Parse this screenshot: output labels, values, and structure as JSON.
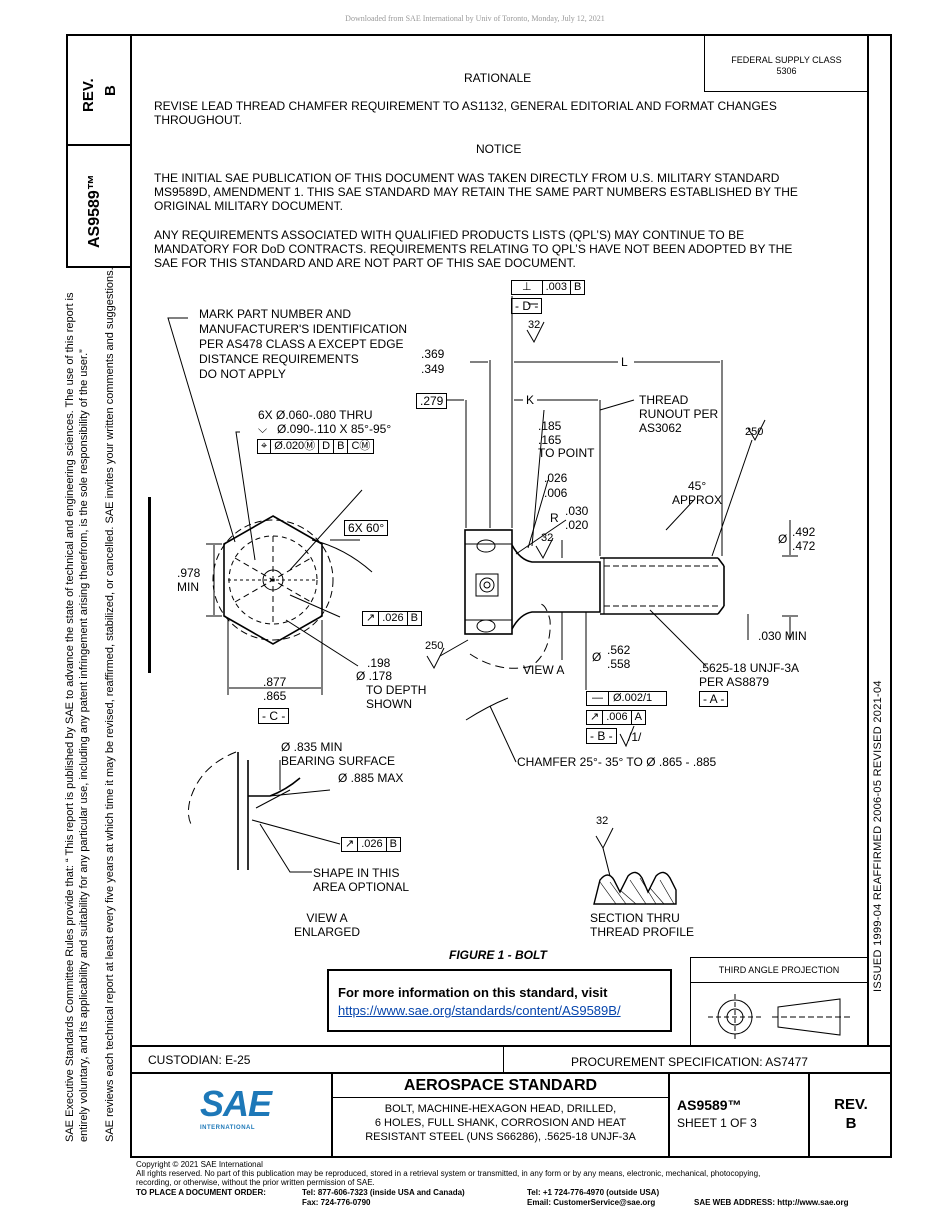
{
  "header": {
    "download_note": "Downloaded from SAE International by Univ of Toronto, Monday, July 12, 2021"
  },
  "left_margin": {
    "rev_label": "REV.",
    "rev_value": "B",
    "doc_number": "AS9589™",
    "rules_line1": "SAE Executive Standards Committee Rules provide that: “ This report is published by SAE to advance the state of technical and engineering sciences. The use of this report is",
    "rules_line2": "entirely voluntary, and its applicability and suitability for any particular use, including any patent infringement arising therefrom, is the sole responsibility of the user.”",
    "rules_line3": "SAE reviews each technical report at least every five years at which time it may be revised, reaffirmed, stabilized, or cancelled. SAE invites your written comments and suggestions."
  },
  "right_margin": {
    "history": "ISSUED 1999-04     REAFFIRMED 2006-05     REVISED 2021-04"
  },
  "supply_class": {
    "line1": "FEDERAL SUPPLY CLASS",
    "line2": "5306"
  },
  "rationale": {
    "heading": "RATIONALE",
    "line1": "REVISE LEAD THREAD CHAMFER REQUIREMENT TO AS1132, GENERAL EDITORIAL AND FORMAT CHANGES",
    "line2": "THROUGHOUT."
  },
  "notice": {
    "heading": "NOTICE",
    "p1_line1": "THE INITIAL SAE PUBLICATION OF THIS DOCUMENT WAS TAKEN DIRECTLY FROM U.S. MILITARY STANDARD",
    "p1_line2": "MS9589D, AMENDMENT 1. THIS SAE STANDARD MAY RETAIN THE SAME PART NUMBERS ESTABLISHED BY THE",
    "p1_line3": "ORIGINAL MILITARY DOCUMENT.",
    "p2_line1": "ANY REQUIREMENTS ASSOCIATED WITH QUALIFIED PRODUCTS LISTS (QPL’S) MAY CONTINUE TO BE",
    "p2_line2": "MANDATORY FOR DoD CONTRACTS. REQUIREMENTS RELATING TO QPL’S HAVE NOT BEEN ADOPTED BY THE",
    "p2_line3": "SAE FOR THIS STANDARD AND ARE NOT PART OF THIS SAE DOCUMENT."
  },
  "drawing": {
    "mark_note": [
      "MARK PART NUMBER AND",
      "MANUFACTURER'S IDENTIFICATION",
      "PER AS478 CLASS A EXCEPT EDGE",
      "DISTANCE REQUIREMENTS",
      "DO NOT APPLY"
    ],
    "holes_line1": "6X Ø.060-.080 THRU",
    "holes_line2": "Ø.090-.110 X 85°-95°",
    "holes_fcf": [
      "⌖",
      "Ø.020Ⓜ",
      "D",
      "B",
      "CⓂ"
    ],
    "angle_6x60": "6X 60°",
    "across_corners": [
      ".978",
      "MIN"
    ],
    "hex_runout_fcf": [
      "↗",
      ".026",
      "B"
    ],
    "width_877": ".877",
    "width_865": ".865",
    "datum_c": "- C -",
    "hole_198": ".198",
    "hole_178": "Ø .178",
    "to_depth": "TO DEPTH",
    "shown": "SHOWN",
    "perp_fcf": [
      "⊥",
      ".003",
      "B"
    ],
    "datum_d": "- D -",
    "finish_32a": "32",
    "head_369": ".369",
    "head_349": ".349",
    "dim_l": "L",
    "dim_279": ".279",
    "dim_k": "K",
    "thread_runout": [
      "THREAD",
      "RUNOUT PER",
      "AS3062"
    ],
    "finish_250a": "250",
    "to_point": [
      ".185",
      ".165",
      "TO POINT"
    ],
    "dim_026": ".026",
    "dim_006": ".006",
    "angle_45": "45°",
    "approx": "APPROX",
    "radius_r": "R",
    "radius_030": ".030",
    "radius_020": ".020",
    "finish_32b": "32",
    "dia_492": ".492",
    "dia_472": ".472",
    "dia_sym": "Ø",
    "min_030": ".030 MIN",
    "finish_250b": "250",
    "shank_562": ".562",
    "shank_558": ".558",
    "view_a": "VIEW A",
    "thread_spec": ".5625-18 UNJF-3A",
    "per_as8879": "PER AS8879",
    "datum_a": "- A -",
    "straight_fcf": [
      "—",
      "Ø.002/1"
    ],
    "shank_runout_fcf": [
      "↗",
      ".006",
      "A"
    ],
    "datum_b": "- B -",
    "one_note": "/1/",
    "bearing_835": "Ø .835 MIN",
    "bearing_surface": "BEARING SURFACE",
    "bearing_885": "Ø .885 MAX",
    "chamfer_note": "CHAMFER 25°- 35° TO Ø .865 - .885",
    "bearing_fcf": [
      "↗",
      ".026",
      "B"
    ],
    "shape_note": [
      "SHAPE IN THIS",
      "AREA OPTIONAL"
    ],
    "finish_32c": "32",
    "view_a_enlarged": [
      "VIEW A",
      "ENLARGED"
    ],
    "section_thru": [
      "SECTION THRU",
      "THREAD PROFILE"
    ],
    "figure_caption": "FIGURE 1 - BOLT"
  },
  "info_box": {
    "line1": "For more information on this standard, visit",
    "link": "https://www.sae.org/standards/content/AS9589B/"
  },
  "projection": {
    "label": "THIRD ANGLE PROJECTION"
  },
  "title_block": {
    "custodian": "CUSTODIAN: E-25",
    "procurement": "PROCUREMENT SPECIFICATION: AS7477",
    "logo_text": "SAE",
    "logo_sub": "INTERNATIONAL",
    "heading": "AEROSPACE STANDARD",
    "desc_line1": "BOLT, MACHINE-HEXAGON HEAD, DRILLED,",
    "desc_line2": "6 HOLES, FULL SHANK, CORROSION AND HEAT",
    "desc_line3": "RESISTANT STEEL (UNS S66286), .5625-18 UNJF-3A",
    "doc_number": "AS9589™",
    "sheet": "SHEET 1 OF 3",
    "rev_label": "REV.",
    "rev_value": "B"
  },
  "footer": {
    "copyright": "Copyright © 2021 SAE International",
    "rights_line1": "All rights reserved. No part of this publication may be reproduced, stored in a retrieval system or transmitted, in any form or by any means, electronic, mechanical, photocopying,",
    "rights_line2": "recording, or otherwise, without the prior written permission of SAE.",
    "order_label": "TO PLACE A DOCUMENT ORDER:",
    "tel_usa": "Tel: 877-606-7323 (inside USA and Canada)",
    "fax": "Fax: 724-776-0790",
    "tel_outside": "Tel: +1 724-776-4970 (outside USA)",
    "email": "Email: CustomerService@sae.org",
    "web": "SAE WEB ADDRESS: http://www.sae.org"
  }
}
